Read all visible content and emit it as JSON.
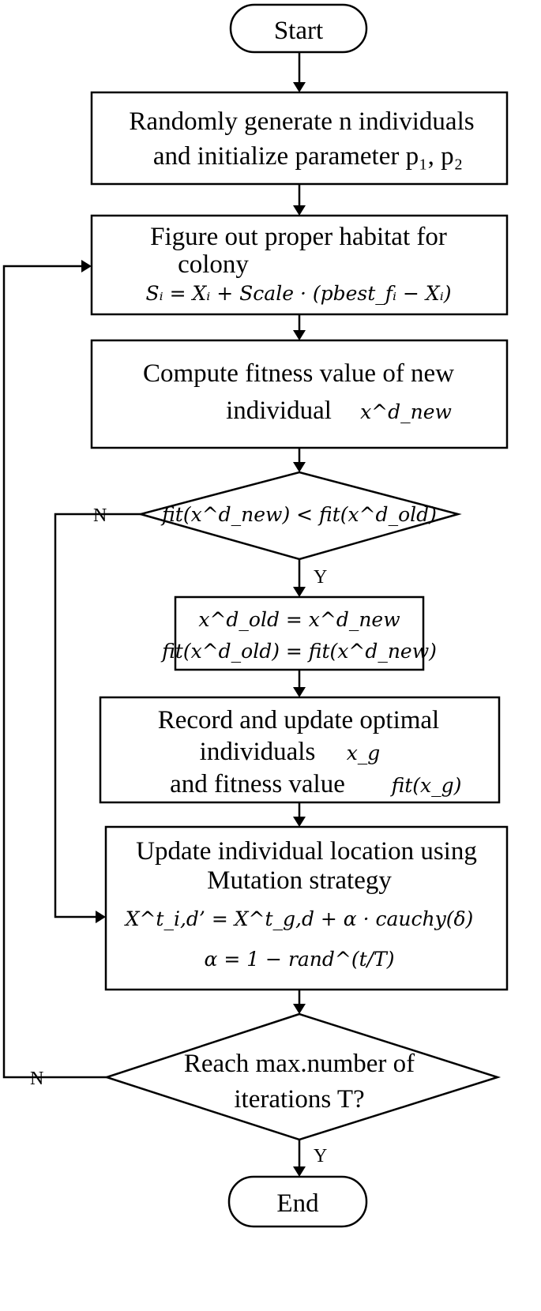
{
  "start": "Start",
  "end": "End",
  "init": {
    "line1": "Randomly generate n individuals",
    "line2": "and initialize parameter p₁, p₂"
  },
  "habitat": {
    "line1": "Figure out proper habitat for",
    "line2": "colony",
    "formula": "Sᵢ = Xᵢ + Scale · (pbest_fᵢ − Xᵢ)"
  },
  "fitness": {
    "line1": "Compute fitness value of  new",
    "line2": "individual",
    "symbol": "x^d_new"
  },
  "compare": {
    "condition": "fit(x^d_new) < fit(x^d_old)"
  },
  "replace": {
    "line1": "x^d_old = x^d_new",
    "line2": "fit(x^d_old) = fit(x^d_new)"
  },
  "record": {
    "line1": "Record and update optimal",
    "line2_text": "individuals",
    "line2_symbol": "x_g",
    "line3_text": "and fitness value",
    "line3_symbol": "fit(x_g)"
  },
  "update": {
    "line1": "Update individual location using",
    "line2": "Mutation strategy",
    "formula1": "X^t_i,d’ = X^t_g,d + α · cauchy(δ)",
    "formula2": "α = 1 − rand^(t/T)"
  },
  "terminate": {
    "line1": "Reach max.number of",
    "line2": "iterations T?"
  },
  "labels": {
    "yes": "Y",
    "no": "N"
  }
}
